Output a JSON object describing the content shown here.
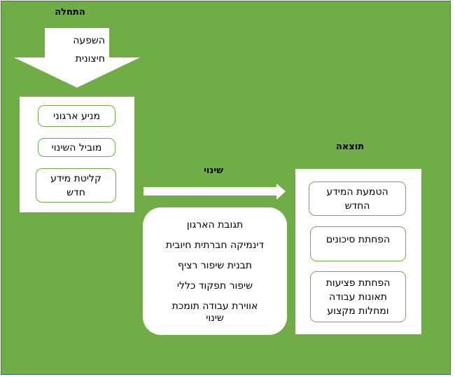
{
  "start": {
    "title": "התחלה",
    "arrow_line1": "השפעה",
    "arrow_line2": "חיצונית",
    "items": [
      "מניע ארגוני",
      "מוביל השינוי",
      "קליטת מידע חדש"
    ]
  },
  "change": {
    "title": "שינוי",
    "items": [
      "תגובת הארגון",
      "דינמיקה חברתית חיובית",
      "תבנית שיפור רציף",
      "שיפור תפקוד כללי",
      "אווירת עבודה תומכת שינוי"
    ]
  },
  "result": {
    "title": "תוצאה",
    "items": [
      "הטמעת המידע החדש",
      "הפחתת סיכונים",
      "הפחתת פציעות תאונות עבודה ומחלות מקצוע"
    ]
  },
  "colors": {
    "background": "#70ad47",
    "border": "#41719c"
  }
}
